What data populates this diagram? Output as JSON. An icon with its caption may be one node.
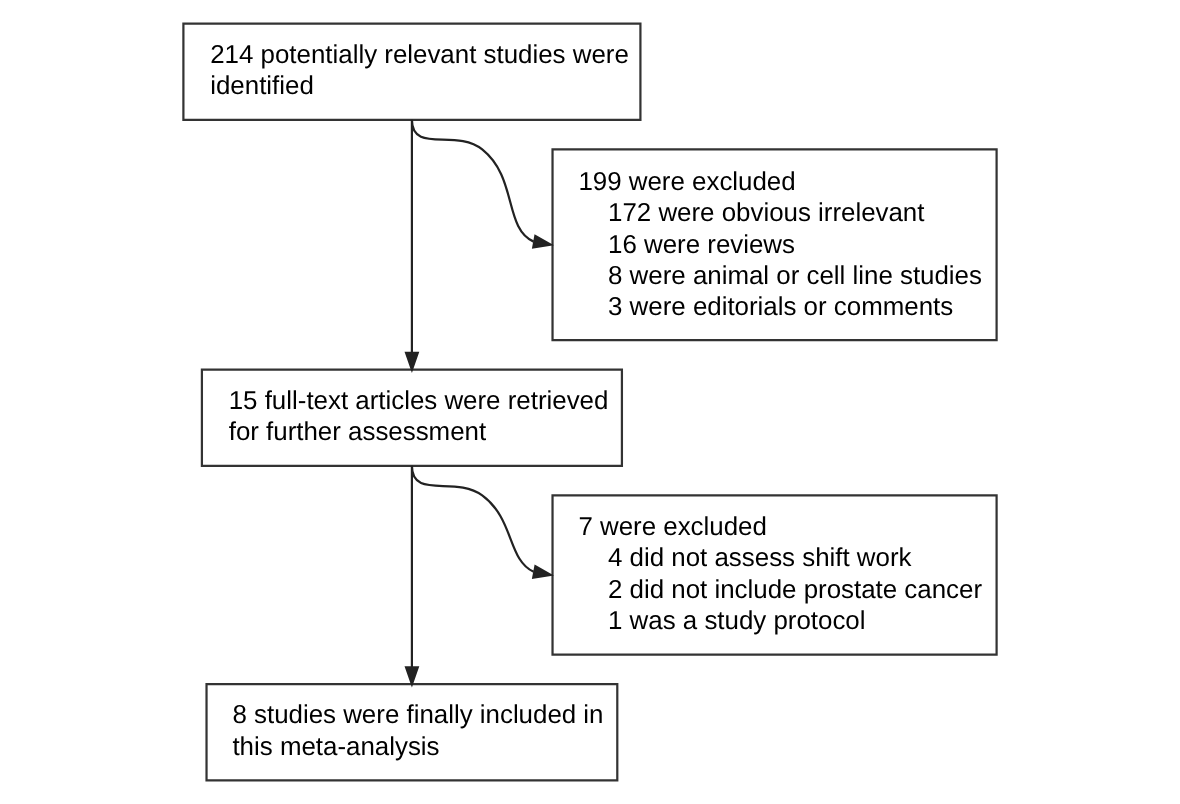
{
  "diagram": {
    "nodes": [
      {
        "text": [
          "214 potentially relevant studies were identified"
        ]
      },
      {
        "text": [
          "199 were excluded",
          "172 were obvious irrelevant",
          "16 were reviews",
          "8 were animal or cell line studies",
          "3 were editorials or comments"
        ]
      },
      {
        "text": [
          "15 full-text articles were retrieved for further assessment"
        ]
      },
      {
        "text": [
          "7 were excluded",
          "4 did not assess shift work",
          "2 did not include prostate cancer",
          "1 was a study protocol"
        ]
      },
      {
        "text": [
          "8 studies were finally included in this meta-analysis"
        ]
      }
    ],
    "edges": [
      {
        "from": 0,
        "to": 2,
        "arrow": "to"
      },
      {
        "from": 0,
        "to": 1,
        "arrow": "to"
      },
      {
        "from": 2,
        "to": 4,
        "arrow": "to"
      },
      {
        "from": 2,
        "to": 3,
        "arrow": "to"
      }
    ]
  }
}
